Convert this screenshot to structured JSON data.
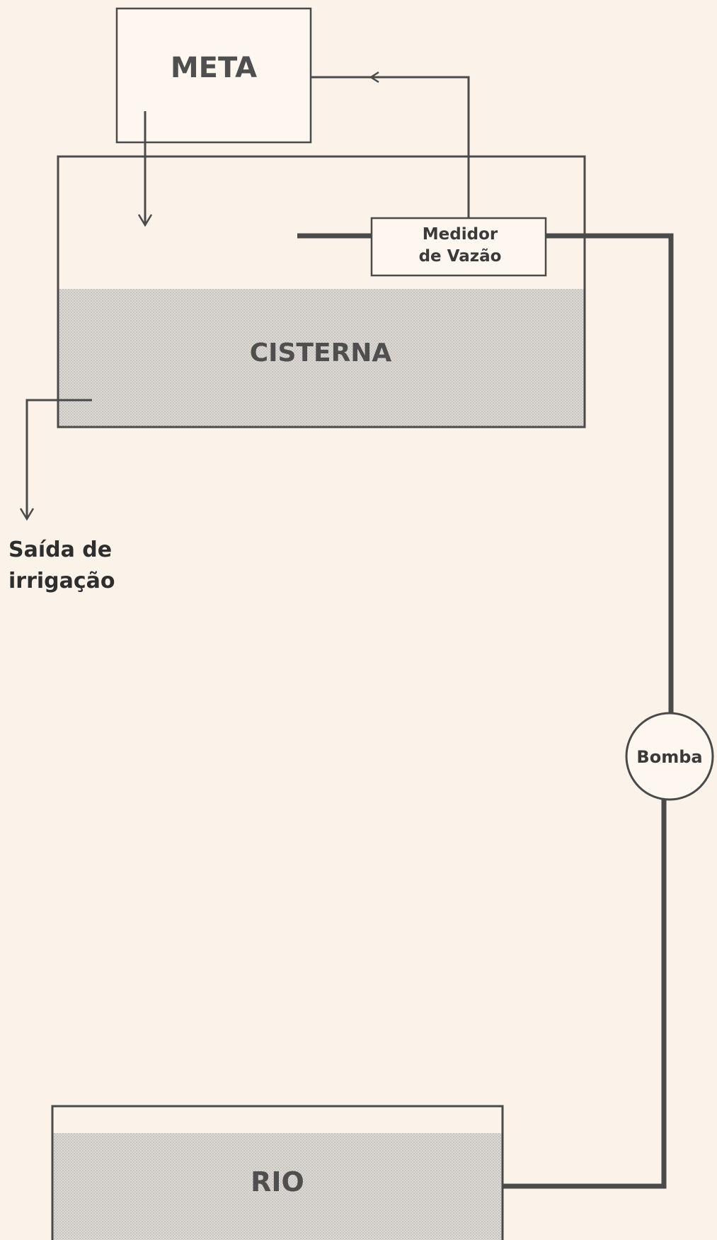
{
  "diagram": {
    "meta": {
      "label": "META"
    },
    "cisterna": {
      "label": "CISTERNA"
    },
    "medidor": {
      "line1": "Medidor",
      "line2": "de Vazão"
    },
    "saida": {
      "line1": "Saída de",
      "line2": "irrigação"
    },
    "bomba": {
      "label": "Bomba"
    },
    "rio": {
      "label": "RIO"
    }
  },
  "colors": {
    "background": "#fbf3ea",
    "stroke": "#4a4a4a",
    "water_fill": "#d6d2cf",
    "box_fill": "#fdf7f0"
  }
}
